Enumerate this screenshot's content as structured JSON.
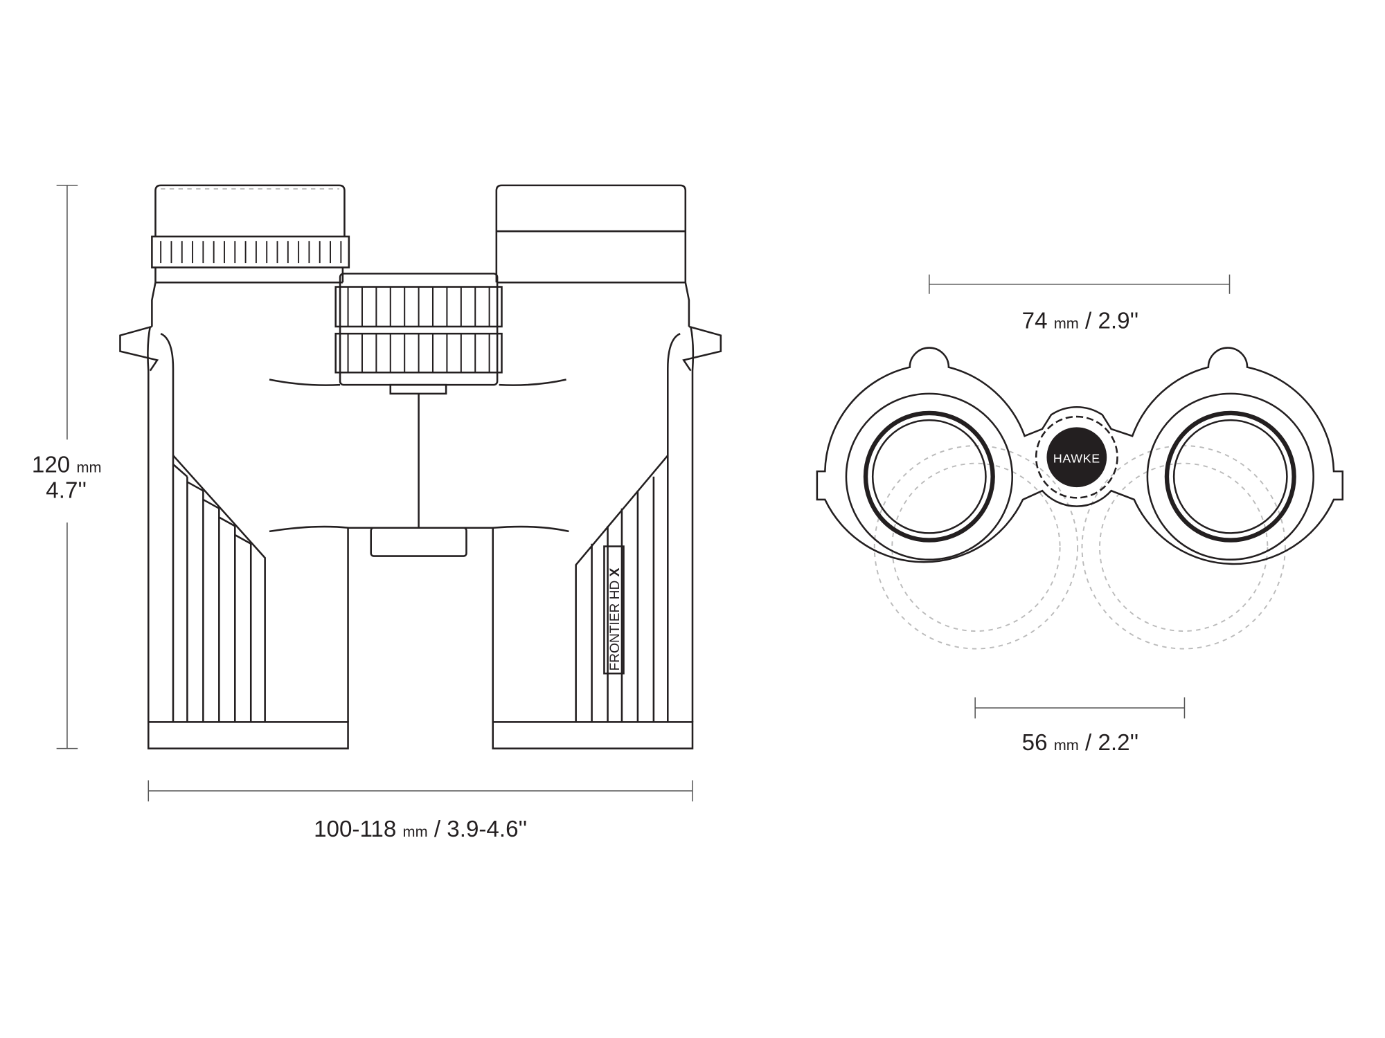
{
  "dimensions": {
    "height": {
      "value": "120",
      "unit": "mm",
      "imperial": "4.7''"
    },
    "length": {
      "value": "100-118",
      "unit": "mm",
      "imperial": "/ 3.9-4.6''"
    },
    "ipd_max": {
      "value": "74",
      "unit": "mm",
      "imperial": "/ 2.9''"
    },
    "ipd_min": {
      "value": "56",
      "unit": "mm",
      "imperial": "/ 2.2''"
    }
  },
  "product": {
    "model": "FRONTIER HD",
    "model_suffix": "X",
    "brand": "HAWKE"
  },
  "colors": {
    "line": "#231f20",
    "logo_bg": "#231f20",
    "dashed": "#bbbbbb"
  }
}
